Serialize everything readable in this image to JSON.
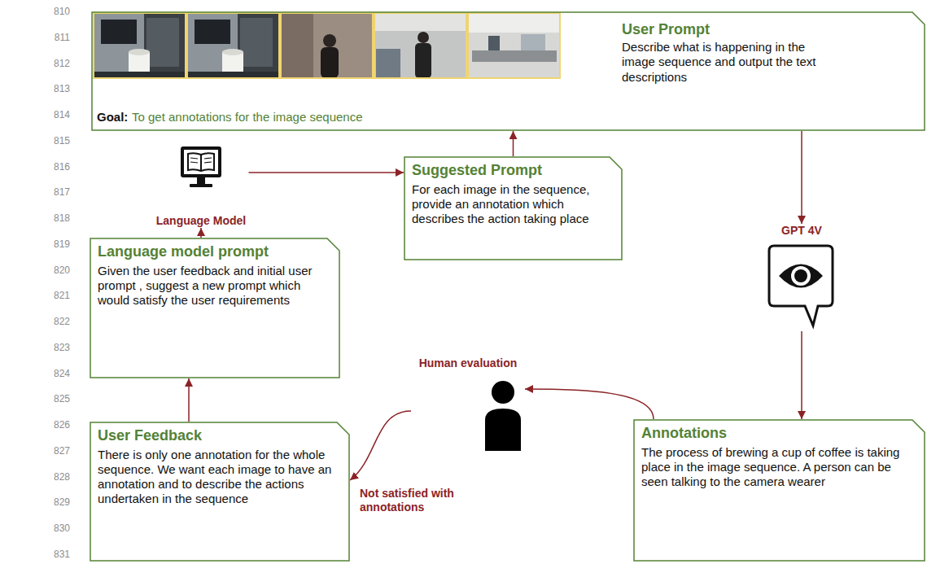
{
  "diagram": {
    "nodes": [
      {
        "text": [
          "User Prompt",
          "Describe what is happening in the image sequence and output the text descriptions",
          "Goal:",
          "To get annotations for the image sequence"
        ]
      },
      {
        "text": [
          "Language Model"
        ]
      },
      {
        "text": [
          "Suggested Prompt",
          "For each image in the sequence, provide an annotation which describes the action taking place"
        ]
      },
      {
        "text": [
          "GPT 4V"
        ]
      },
      {
        "text": [
          "Language model prompt",
          "Given the user feedback and initial user prompt , suggest a new prompt which would satisfy the user requirements"
        ]
      },
      {
        "text": [
          "Human evaluation"
        ]
      },
      {
        "text": [
          "User Feedback",
          "There is only one annotation for the whole sequence. We want each image to have an annotation and to describe the actions undertaken in the sequence"
        ]
      },
      {
        "text": [
          "Annotations",
          "The process of brewing a cup of coffee is taking place in the image sequence. A person can be seen talking to the camera wearer"
        ]
      }
    ],
    "edges": [
      {
        "from": 4,
        "to": 1,
        "arrow": "to"
      },
      {
        "from": 1,
        "to": 2,
        "arrow": "to"
      },
      {
        "from": 2,
        "to": 0,
        "arrow": "to"
      },
      {
        "from": 0,
        "to": 3,
        "arrow": "to"
      },
      {
        "from": 3,
        "to": 7,
        "arrow": "to"
      },
      {
        "from": 7,
        "to": 5,
        "arrow": "to"
      },
      {
        "from": 5,
        "to": 6,
        "label": "Not satisfied with annotations",
        "arrow": "to"
      },
      {
        "from": 6,
        "to": 4,
        "arrow": "to"
      }
    ],
    "labels": [
      "810",
      "811",
      "812",
      "813",
      "814",
      "815",
      "816",
      "817",
      "818",
      "819",
      "820",
      "821",
      "822",
      "823",
      "824",
      "825",
      "826",
      "827",
      "828",
      "829",
      "830",
      "831"
    ]
  }
}
